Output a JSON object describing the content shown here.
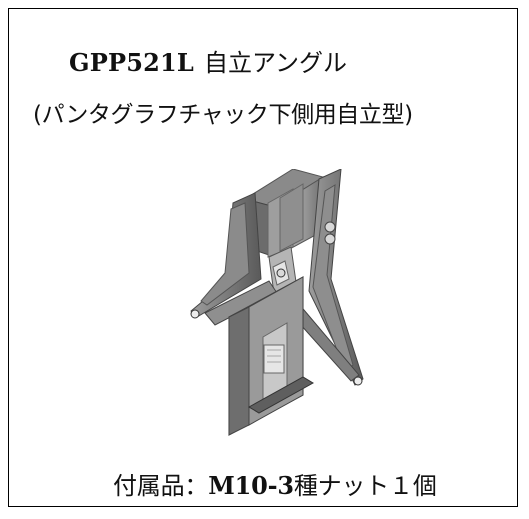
{
  "document": {
    "title_model": "GPP521L",
    "title_name": "自立アングル",
    "subtitle": "(パンタグラフチャック下側用自立型)",
    "accessory_prefix": "付属品：",
    "accessory_part": "M10-3",
    "accessory_suffix": "種ナット１個"
  },
  "colors": {
    "border": "#000000",
    "metal_light": "#c7c7c7",
    "metal_mid": "#8c8c8c",
    "metal_dark": "#4b4b4b"
  },
  "icons": {
    "product": "self-standing-angle-drawing"
  }
}
